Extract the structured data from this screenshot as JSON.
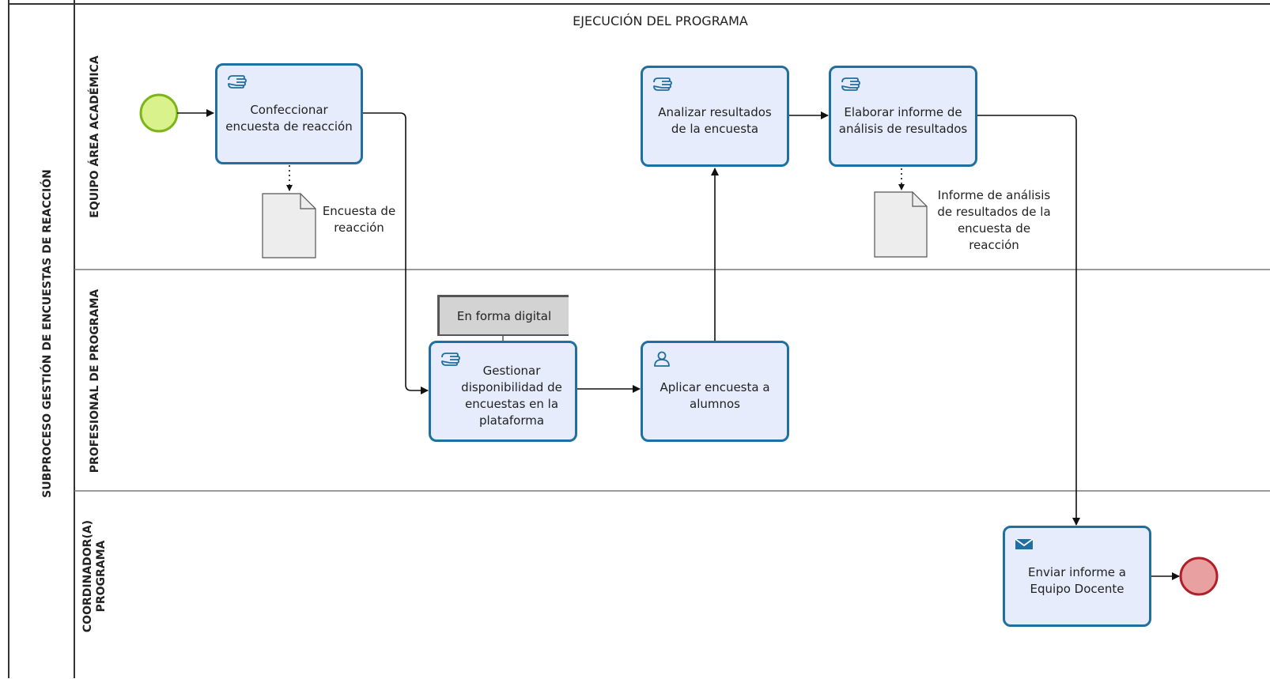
{
  "pool": {
    "label": "SUBPROCESO GESTIÓN DE ENCUESTAS DE REACCIÓN"
  },
  "phase": {
    "title": "EJECUCIÓN DEL PROGRAMA"
  },
  "lanes": [
    {
      "label": "EQUIPO ÁREA ACADÉMICA"
    },
    {
      "label": "PROFESIONAL DE PROGRAMA"
    },
    {
      "label": "COORDINADOR(A)\nPROGRAMA"
    }
  ],
  "tasks": {
    "confeccionar": {
      "label": "Confeccionar\nencuesta de reacción",
      "icon": "manual-task-icon"
    },
    "analizar": {
      "label": "Analizar resultados\nde la encuesta",
      "icon": "manual-task-icon"
    },
    "elaborar": {
      "label": "Elaborar informe de\nanálisis de resultados",
      "icon": "manual-task-icon"
    },
    "gestionar": {
      "label": "Gestionar\ndisponibilidad de\nencuestas en la\nplataforma",
      "icon": "manual-task-icon"
    },
    "aplicar": {
      "label": "Aplicar encuesta a\nalumnos",
      "icon": "user-task-icon"
    },
    "enviar": {
      "label": "Enviar informe a\nEquipo Docente",
      "icon": "send-task-icon"
    }
  },
  "documents": {
    "encuesta": {
      "label": "Encuesta de\nreacción"
    },
    "informe": {
      "label": "Informe de análisis\nde resultados de la\nencuesta de\nreacción"
    }
  },
  "annotation": {
    "text": "En forma digital"
  },
  "colors": {
    "task_border": "#1f6fa0",
    "task_fill": "#e6ecfb",
    "start_fill": "#d9f28c",
    "start_stroke": "#7cb518",
    "end_fill": "#e8a0a0",
    "end_stroke": "#b0202a",
    "lane_line": "#7a7a7a"
  }
}
